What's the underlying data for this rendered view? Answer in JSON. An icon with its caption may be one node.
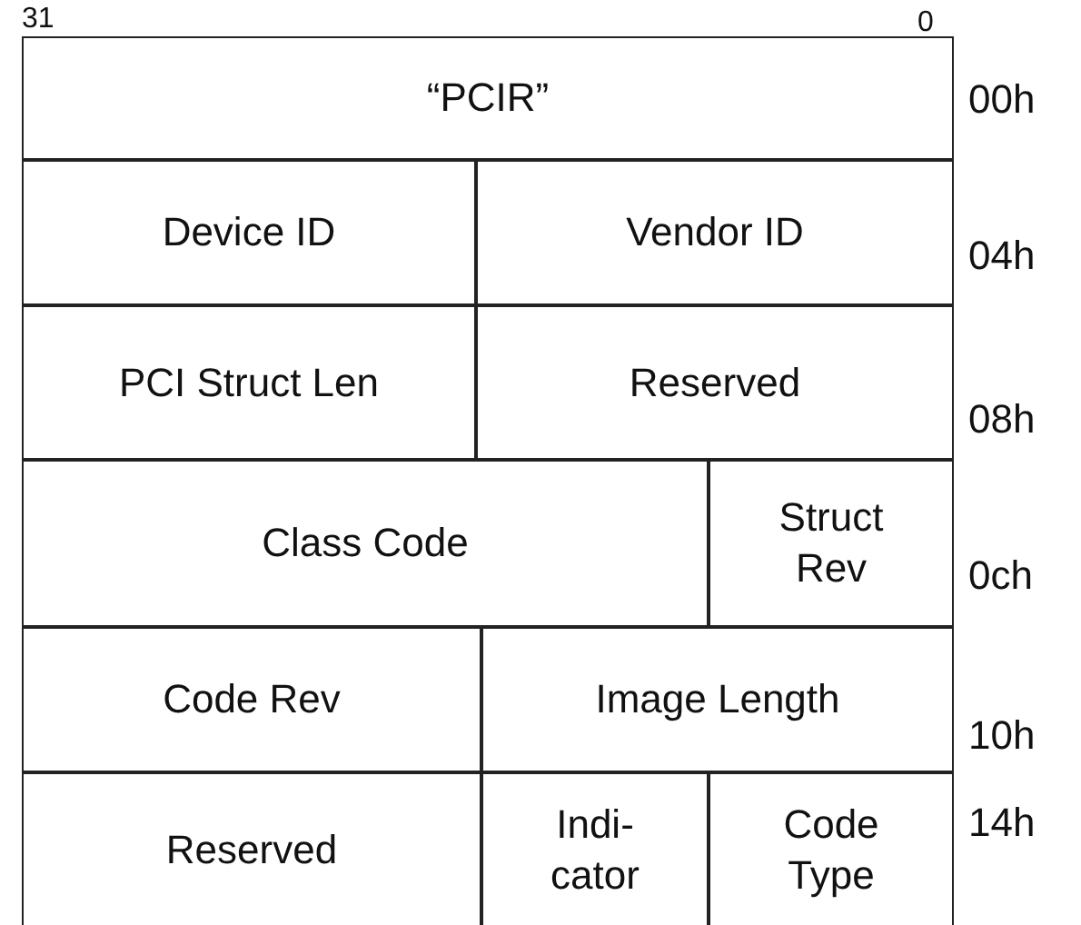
{
  "diagram": {
    "labels": [
      "31",
      "0",
      "“PCIR”",
      "00h",
      "Device ID",
      "Vendor ID",
      "04h",
      "PCI Struct Len",
      "Reserved",
      "08h",
      "Class Code",
      "Struct Rev",
      "0ch",
      "Code Rev",
      "Image Length",
      "10h",
      "Reserved",
      "Indi- cator",
      "Code Type",
      "14h"
    ]
  }
}
